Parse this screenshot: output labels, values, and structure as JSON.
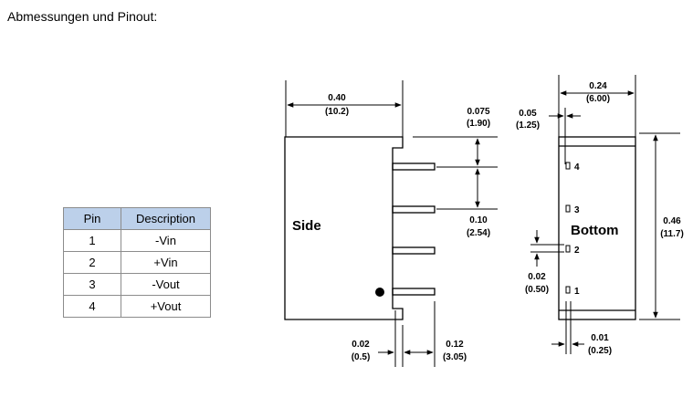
{
  "heading": "Abmessungen und Pinout:",
  "pin_table": {
    "headers": [
      "Pin",
      "Description"
    ],
    "rows": [
      [
        "1",
        "-Vin"
      ],
      [
        "2",
        "+Vin"
      ],
      [
        "3",
        "-Vout"
      ],
      [
        "4",
        "+Vout"
      ]
    ]
  },
  "side_view": {
    "label": "Side",
    "width": {
      "inch": "0.40",
      "mm": "(10.2)"
    },
    "pin_spacing_top": {
      "inch": "0.075",
      "mm": "(1.90)"
    },
    "pin_pitch": {
      "inch": "0.10",
      "mm": "(2.54)"
    },
    "pin_thickness": {
      "inch": "0.02",
      "mm": "(0.5)"
    },
    "pin_length": {
      "inch": "0.12",
      "mm": "(3.05)"
    }
  },
  "bottom_view": {
    "label": "Bottom",
    "width": {
      "inch": "0.24",
      "mm": "(6.00)"
    },
    "pin_offset": {
      "inch": "0.05",
      "mm": "(1.25)"
    },
    "height": {
      "inch": "0.46",
      "mm": "(11.7)"
    },
    "pad_size": {
      "inch": "0.02",
      "mm": "(0.50)"
    },
    "pin_width": {
      "inch": "0.01",
      "mm": "(0.25)"
    },
    "pins": [
      "4",
      "3",
      "2",
      "1"
    ]
  }
}
